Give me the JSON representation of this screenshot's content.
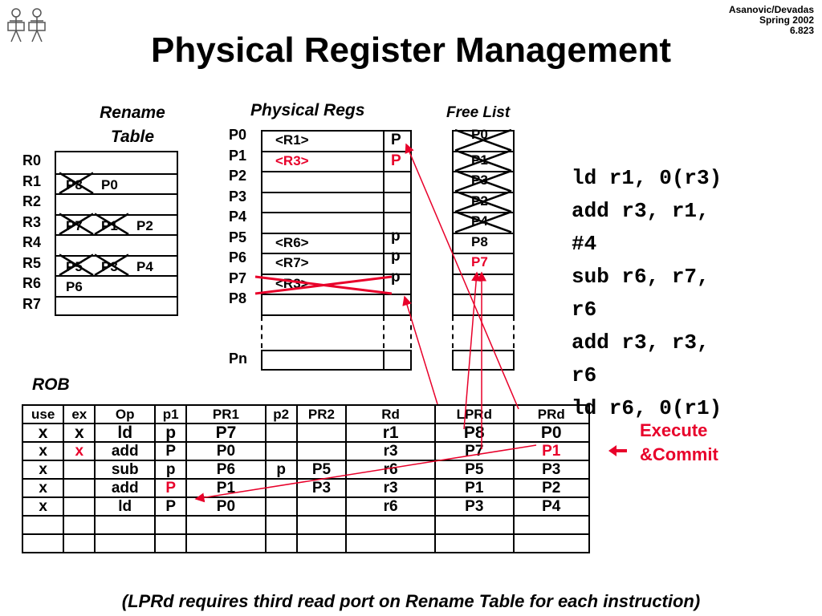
{
  "header": {
    "line1": "Asanovic/Devadas",
    "line2": "Spring 2002",
    "line3": "6.823"
  },
  "title": "Physical Register Management",
  "rename_table": {
    "label_line1": "Rename",
    "label_line2": "Table",
    "regs": [
      "R0",
      "R1",
      "R2",
      "R3",
      "R4",
      "R5",
      "R6",
      "R7"
    ],
    "entries": [
      [],
      [
        {
          "text": "P8",
          "crossed": true
        },
        {
          "text": "P0",
          "crossed": false
        }
      ],
      [],
      [
        {
          "text": "P7",
          "crossed": true
        },
        {
          "text": "P1",
          "crossed": true
        },
        {
          "text": "P2",
          "crossed": false
        }
      ],
      [],
      [
        {
          "text": "P5",
          "crossed": true
        },
        {
          "text": "P3",
          "crossed": true
        },
        {
          "text": "P4",
          "crossed": false
        }
      ],
      [
        {
          "text": "P6",
          "crossed": false
        }
      ],
      []
    ]
  },
  "physical_regs": {
    "label": "Physical Regs",
    "rows": [
      {
        "name": "P0",
        "value": "<R1>",
        "value_red": false,
        "p": "P",
        "p_red": false
      },
      {
        "name": "P1",
        "value": "<R3>",
        "value_red": true,
        "p": "P",
        "p_red": true
      },
      {
        "name": "P2",
        "value": "",
        "value_red": false,
        "p": "",
        "p_red": false
      },
      {
        "name": "P3",
        "value": "",
        "value_red": false,
        "p": "",
        "p_red": false
      },
      {
        "name": "P4",
        "value": "",
        "value_red": false,
        "p": "",
        "p_red": false
      },
      {
        "name": "P5",
        "value": "<R6>",
        "value_red": false,
        "p": "p",
        "p_red": false
      },
      {
        "name": "P6",
        "value": "<R7>",
        "value_red": false,
        "p": "p",
        "p_red": false
      },
      {
        "name": "P7",
        "value": "<R3>",
        "value_red": false,
        "p": "p",
        "p_red": false
      },
      {
        "name": "P8",
        "value": "",
        "value_red": false,
        "p": "",
        "p_red": false
      }
    ],
    "last_row": "Pn"
  },
  "free_list": {
    "label": "Free List",
    "items": [
      {
        "text": "P0",
        "crossed": true,
        "red": false
      },
      {
        "text": "P1",
        "crossed": true,
        "red": false
      },
      {
        "text": "P3",
        "crossed": true,
        "red": false
      },
      {
        "text": "P2",
        "crossed": true,
        "red": false
      },
      {
        "text": "P4",
        "crossed": true,
        "red": false
      },
      {
        "text": "P8",
        "crossed": false,
        "red": false
      },
      {
        "text": "P7",
        "crossed": false,
        "red": true
      }
    ]
  },
  "code": [
    "ld r1, 0(r3)",
    "add r3, r1,",
    "#4",
    "sub r6, r7,",
    "r6",
    "add r3, r3,",
    "r6",
    "ld r6, 0(r1)"
  ],
  "rob": {
    "label": "ROB",
    "headers": [
      "use",
      "ex",
      "Op",
      "p1",
      "PR1",
      "p2",
      "PR2",
      "Rd",
      "LPRd",
      "PRd"
    ],
    "rows": [
      [
        "x",
        "x",
        "ld",
        "p",
        "P7",
        "",
        "",
        "r1",
        "P8",
        "P0"
      ],
      [
        "x",
        "x",
        "add",
        "P",
        "P0",
        "",
        "",
        "r3",
        "P7",
        "P1"
      ],
      [
        "x",
        "",
        "sub",
        "p",
        "P6",
        "p",
        "P5",
        "r6",
        "P5",
        "P3"
      ],
      [
        "x",
        "",
        "add",
        "P",
        "P1",
        "",
        "P3",
        "r3",
        "P1",
        "P2"
      ],
      [
        "x",
        "",
        "ld",
        "P",
        "P0",
        "",
        "",
        "r6",
        "P3",
        "P4"
      ],
      [
        "",
        "",
        "",
        "",
        "",
        "",
        "",
        "",
        "",
        ""
      ],
      [
        "",
        "",
        "",
        "",
        "",
        "",
        "",
        "",
        "",
        ""
      ]
    ],
    "red_cells": [
      "1-1",
      "1-9",
      "3-3"
    ]
  },
  "execute_commit": {
    "line1": "Execute",
    "line2": "&Commit"
  },
  "footnote": "(LPRd requires third read port on Rename Table for each instruction)",
  "colors": {
    "accent_red": "#e8002a"
  }
}
